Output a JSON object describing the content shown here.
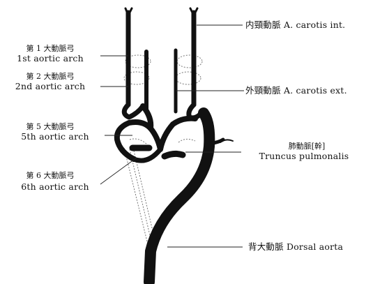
{
  "labels": {
    "carotid_int": "内頸動脈 A. carotis int.",
    "carotid_ext": "外頸動脈 A. carotis ext.",
    "arch1_jp": "第 1 大動脈弓",
    "arch1_en": "1st aortic arch",
    "arch2_jp": "第 2 大動脈弓",
    "arch2_en": "2nd aortic arch",
    "arch5_jp": "第 5 大動脈弓",
    "arch5_en": "5th aortic arch",
    "arch6_jp": "第 6 大動脈弓",
    "arch6_en": "6th aortic arch",
    "pulm_jp": "肺動脈[幹]",
    "pulm_en": "Truncus pulmonalis",
    "dorsal": "背大動脈 Dorsal aorta"
  },
  "colors": {
    "ink": "#111111",
    "ghost": "#777777",
    "paper": "#ffffff"
  }
}
